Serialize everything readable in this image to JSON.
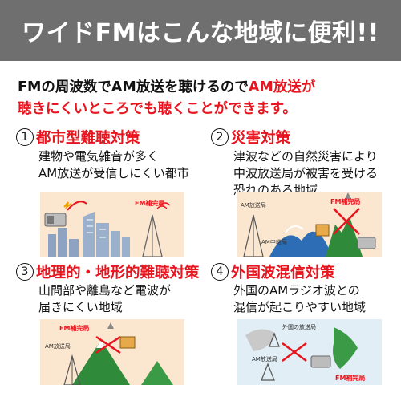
{
  "header": {
    "title": "ワイドFMはこんな地域に便利!!"
  },
  "intro": {
    "line1_plain": "FMの周波数でAM放送を聴けるので",
    "line1_red": "AM放送が",
    "line2_red": "聴きにくいところでも聴くことができます。"
  },
  "sections": [
    {
      "number": "①",
      "title": "都市型難聴対策",
      "lines": [
        "建物や電気雑音が多く",
        "AM放送が受信しにくい都市"
      ],
      "labels": {
        "fm": "FM補完局"
      }
    },
    {
      "number": "②",
      "title": "災害対策",
      "lines": [
        "津波などの自然災害により",
        "中波放送局が被害を受ける",
        "恐れのある地域"
      ],
      "labels": {
        "fm": "FM補完局",
        "am": "AM放送局",
        "am_relay": "AM中継局"
      }
    },
    {
      "number": "③",
      "title": "地理的・地形的難聴対策",
      "lines": [
        "山間部や離島など電波が",
        "届きにくい地域"
      ],
      "labels": {
        "fm": "FM補完局",
        "am": "AM放送局"
      }
    },
    {
      "number": "④",
      "title": "外国波混信対策",
      "lines": [
        "外国のAMラジオ波との",
        "混信が起こりやすい地域"
      ],
      "labels": {
        "foreign": "外国の放送局",
        "am": "AM放送局",
        "fm": "FM補完局"
      }
    }
  ],
  "colors": {
    "header_bg": "#6f6f6f",
    "accent_red": "#e8141e",
    "illus_bg": "#fbe6cf"
  }
}
